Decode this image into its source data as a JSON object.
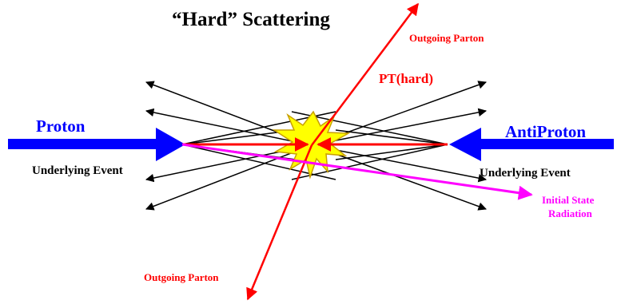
{
  "title": "“Hard” Scattering",
  "labels": {
    "proton": "Proton",
    "antiproton": "AntiProton",
    "underlying_left": "Underlying Event",
    "underlying_right": "Underlying Event",
    "outgoing_top": "Outgoing Parton",
    "outgoing_bottom": "Outgoing Parton",
    "pt_hard": "PT(hard)",
    "isr_line1": "Initial State",
    "isr_line2": "Radiation"
  },
  "colors": {
    "beam": "#0000ff",
    "parton": "#ff0000",
    "isr": "#ff00ff",
    "underlying": "#000000",
    "burst_fill": "#ffff00",
    "burst_stroke": "#c8a000"
  }
}
